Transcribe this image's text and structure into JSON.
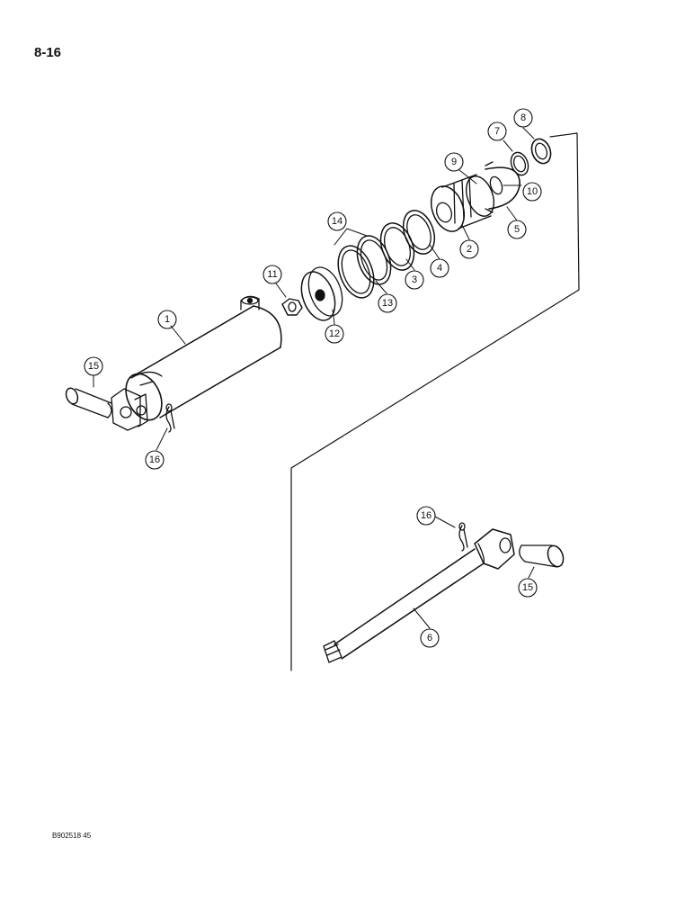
{
  "page_number": "8-16",
  "figure_code": "B902518 45",
  "callouts": [
    "1",
    "2",
    "3",
    "4",
    "5",
    "6",
    "7",
    "8",
    "9",
    "10",
    "11",
    "12",
    "13",
    "14",
    "15",
    "16"
  ]
}
